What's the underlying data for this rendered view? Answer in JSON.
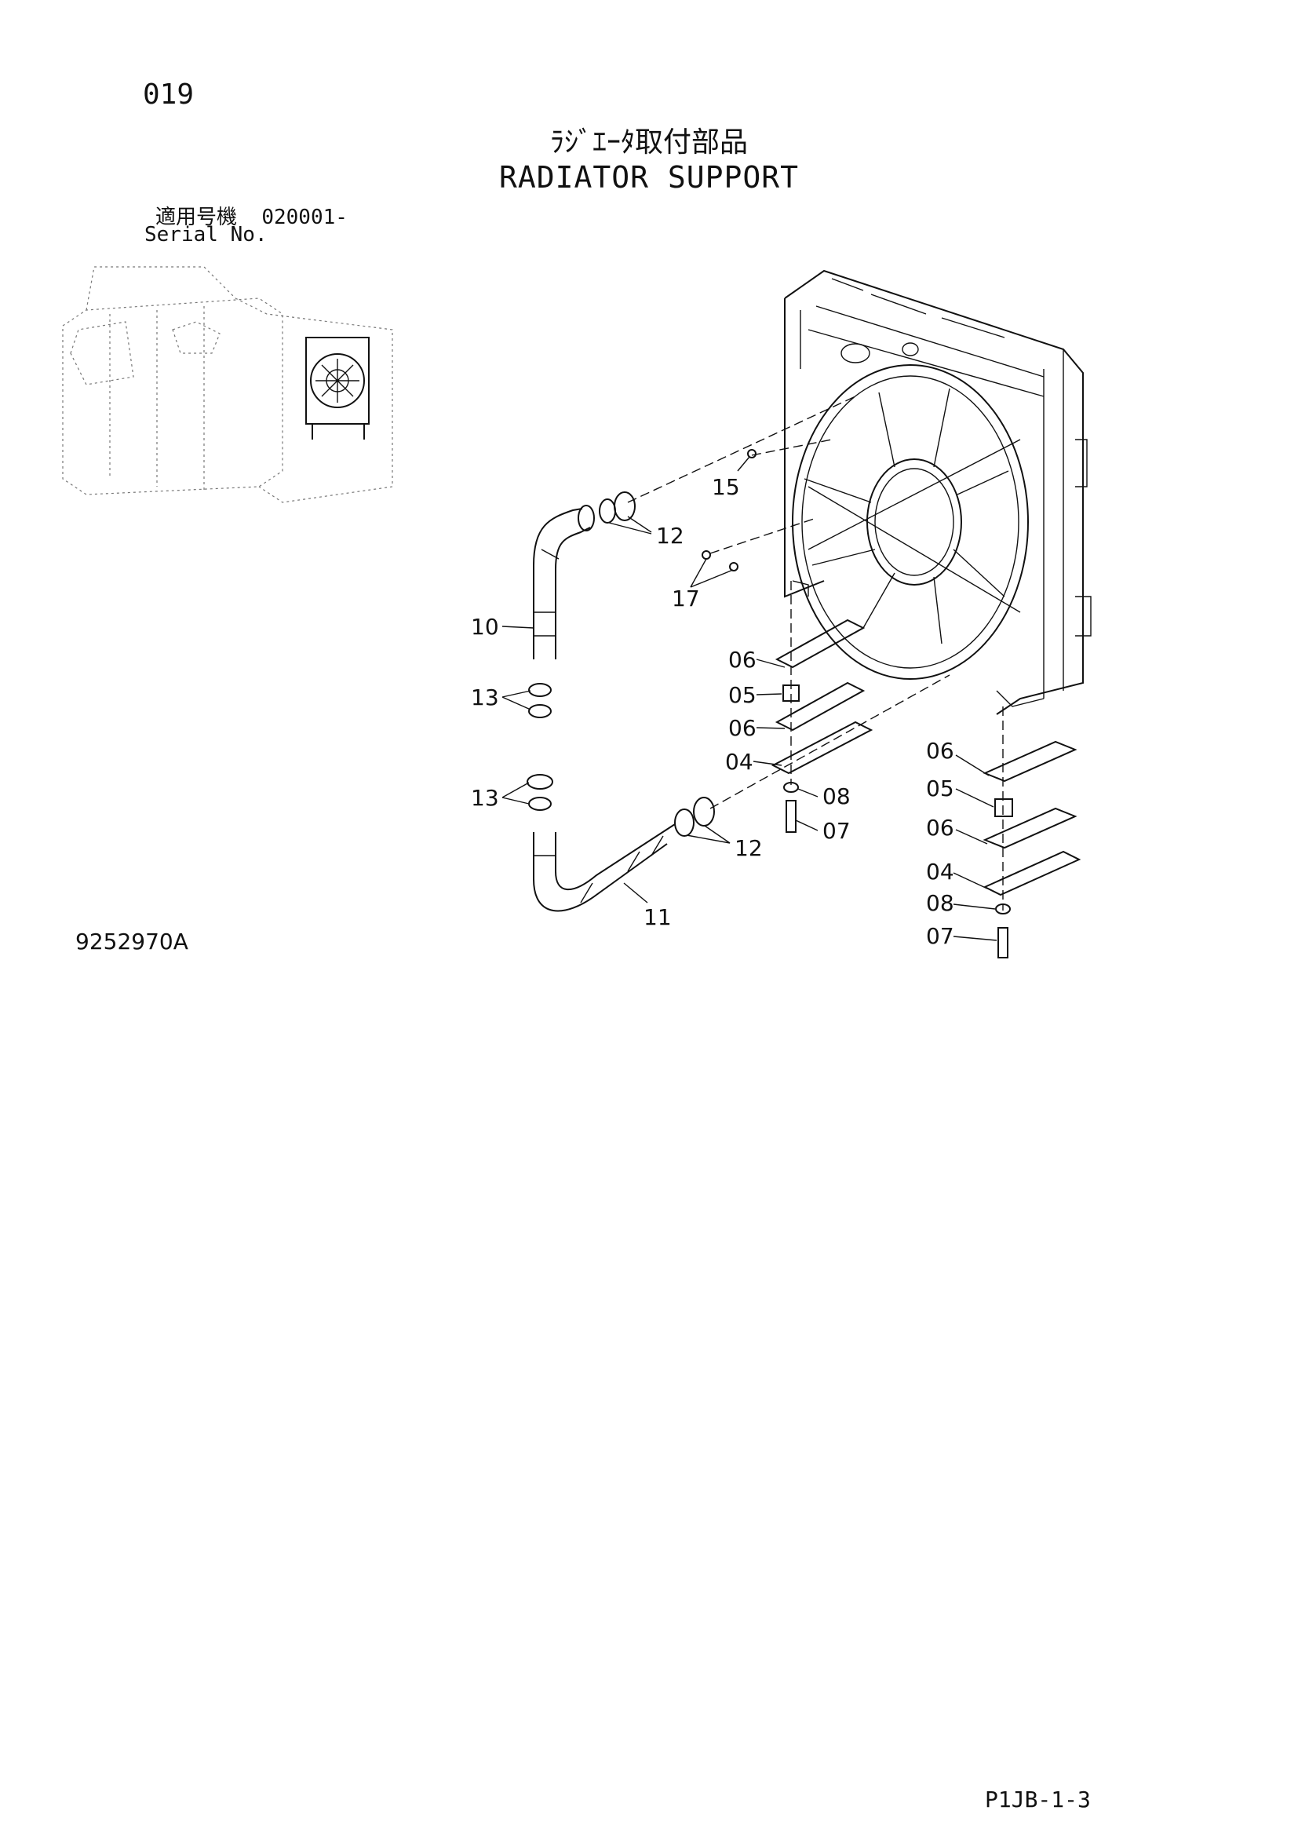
{
  "header": {
    "page_number": "019",
    "title_jp": "ﾗｼﾞｴｰﾀ取付部品",
    "title_en": "RADIATOR SUPPORT",
    "serial_label_jp": "適用号機",
    "serial_value": "020001-",
    "serial_label_en": "Serial No."
  },
  "diagram": {
    "drawing_number": "9252970A",
    "part_labels": {
      "p15": "15",
      "p12a": "12",
      "p17": "17",
      "p10": "10",
      "p06a": "06",
      "p05a": "05",
      "p06b": "06",
      "p13a": "13",
      "p04a": "04",
      "p13b": "13",
      "p08a": "08",
      "p07a": "07",
      "p12b": "12",
      "p11": "11",
      "p06c": "06",
      "p05b": "05",
      "p06d": "06",
      "p04b": "04",
      "p08b": "08",
      "p07b": "07"
    }
  },
  "footer": {
    "page_code": "P1JB-1-3"
  }
}
